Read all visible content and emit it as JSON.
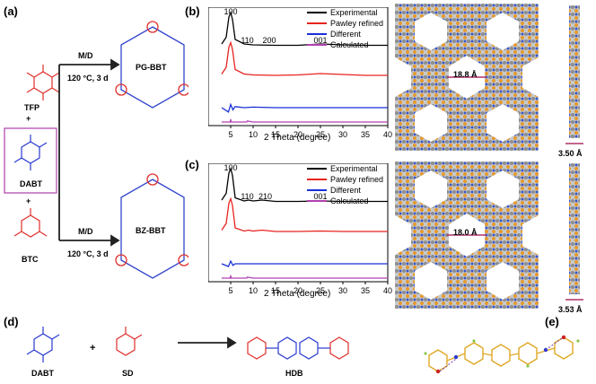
{
  "panels": {
    "a": "(a)",
    "b": "(b)",
    "c": "(c)",
    "d": "(d)",
    "e": "(e)"
  },
  "scheme_a": {
    "tfp": "TFP",
    "dabt": "DABT",
    "btc": "BTC",
    "plus": "+",
    "cond_top": "M/D",
    "cond_top2": "120 °C, 3 d",
    "cond_bot": "M/D",
    "cond_bot2": "120 °C, 3 d",
    "product_top": "PG-BBT",
    "product_bot": "BZ-BBT"
  },
  "legend": [
    "Experimental",
    "Pawley refined",
    "Different",
    "Calculated"
  ],
  "legend_colors": {
    "experimental": "#000000",
    "pawley": "#e8231f",
    "different": "#1b2fd9",
    "calculated": "#b040b0"
  },
  "chart_data": [
    {
      "type": "line",
      "panel": "b",
      "xlabel": "2 Theta (degree)",
      "xlim": [
        0,
        40
      ],
      "xticks": [
        "5",
        "10",
        "15",
        "20",
        "25",
        "30",
        "35",
        "40"
      ],
      "peak_labels": [
        "100",
        "110",
        "200",
        "001"
      ],
      "series": [
        {
          "name": "Experimental",
          "x": [
            3,
            4,
            4.6,
            5,
            5.4,
            6,
            8,
            10,
            15,
            20,
            25,
            30,
            35,
            40
          ],
          "values": [
            0.3,
            0.45,
            0.9,
            1.0,
            0.85,
            0.4,
            0.3,
            0.28,
            0.27,
            0.27,
            0.3,
            0.28,
            0.27,
            0.27
          ]
        },
        {
          "name": "Pawley refined",
          "x": [
            3,
            4,
            4.6,
            5,
            5.4,
            6,
            8,
            10,
            15,
            20,
            25,
            30,
            35,
            40
          ],
          "values": [
            0.15,
            0.3,
            0.75,
            0.85,
            0.7,
            0.25,
            0.15,
            0.13,
            0.12,
            0.13,
            0.16,
            0.14,
            0.12,
            0.12
          ]
        },
        {
          "name": "Different",
          "x": [
            3,
            4.5,
            5,
            5.5,
            6,
            8,
            10,
            15,
            20,
            25,
            30,
            35,
            40
          ],
          "values": [
            0,
            -0.08,
            0.06,
            -0.04,
            0.02,
            0,
            0.01,
            0,
            0,
            0,
            0,
            0,
            0
          ]
        },
        {
          "name": "Calculated",
          "x": [
            3,
            4.9,
            5,
            5.1,
            8.6,
            8.7,
            10,
            40
          ],
          "values": [
            0,
            0,
            0.08,
            0,
            0,
            0.03,
            0,
            0
          ]
        }
      ],
      "pore": "18.8 Å",
      "layer": "3.50 Å"
    },
    {
      "type": "line",
      "panel": "c",
      "xlabel": "2 Theta (degree)",
      "xlim": [
        0,
        40
      ],
      "xticks": [
        "5",
        "10",
        "15",
        "20",
        "25",
        "30",
        "35",
        "40"
      ],
      "peak_labels": [
        "100",
        "110",
        "210",
        "001"
      ],
      "series": [
        {
          "name": "Experimental",
          "x": [
            3,
            4,
            4.6,
            5,
            5.4,
            6,
            8,
            9,
            10,
            12,
            15,
            20,
            25,
            30,
            35,
            40
          ],
          "values": [
            0.3,
            0.45,
            0.9,
            1.0,
            0.85,
            0.35,
            0.28,
            0.3,
            0.28,
            0.3,
            0.27,
            0.27,
            0.28,
            0.27,
            0.27,
            0.27
          ]
        },
        {
          "name": "Pawley refined",
          "x": [
            3,
            4,
            4.6,
            5,
            5.4,
            6,
            8,
            9,
            10,
            12,
            15,
            20,
            25,
            30,
            35,
            40
          ],
          "values": [
            0.15,
            0.3,
            0.75,
            0.85,
            0.7,
            0.2,
            0.13,
            0.15,
            0.13,
            0.15,
            0.12,
            0.12,
            0.13,
            0.12,
            0.12,
            0.12
          ]
        },
        {
          "name": "Different",
          "x": [
            3,
            4.5,
            5,
            5.5,
            6,
            8,
            10,
            40
          ],
          "values": [
            0,
            -0.05,
            0.05,
            -0.03,
            0,
            0,
            0,
            0
          ]
        },
        {
          "name": "Calculated",
          "x": [
            3,
            4.9,
            5,
            5.1,
            8.6,
            8.7,
            10,
            40
          ],
          "values": [
            0,
            0,
            0.08,
            0,
            0,
            0.03,
            0,
            0
          ]
        }
      ],
      "pore": "18.0 Å",
      "layer": "3.53 Å"
    }
  ],
  "scheme_d": {
    "dabt": "DABT",
    "plus": "+",
    "sd": "SD",
    "hdb": "HDB"
  }
}
